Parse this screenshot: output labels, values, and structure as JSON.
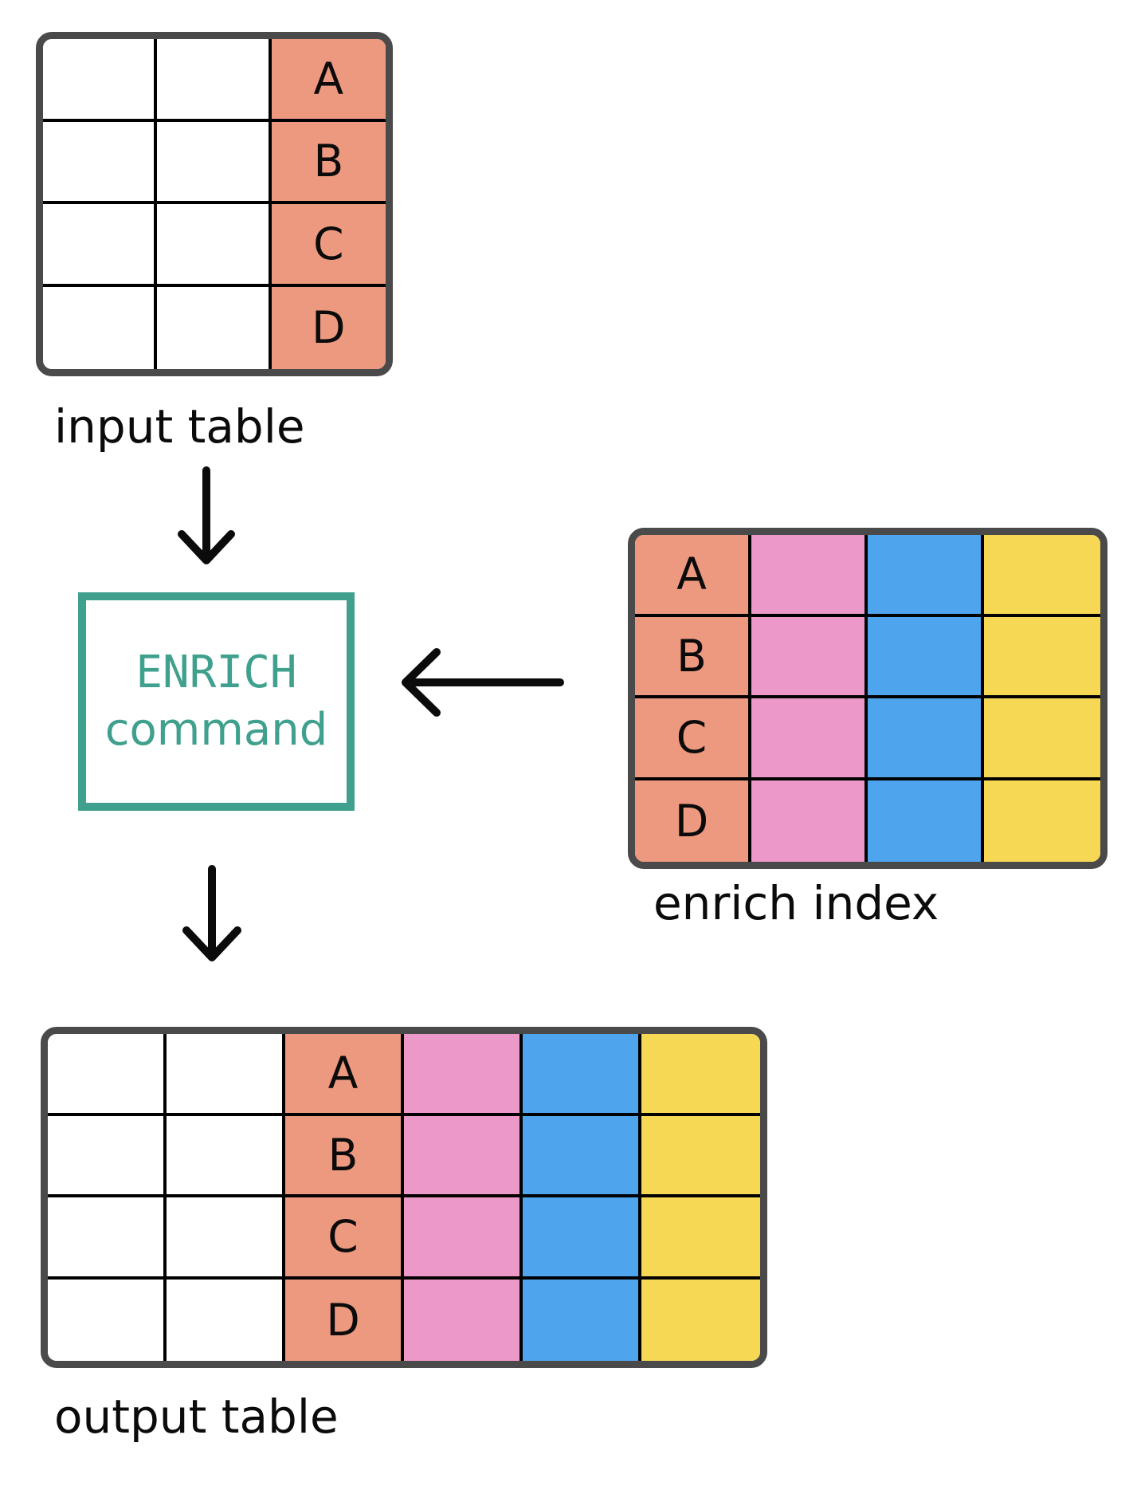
{
  "labels": {
    "input_table": "input table",
    "enrich_index": "enrich index",
    "output_table": "output table"
  },
  "enrich_box": {
    "line1": "ENRICH",
    "line2": "command"
  },
  "key_letters": [
    "A",
    "B",
    "C",
    "D"
  ],
  "colors": {
    "white": "#ffffff",
    "salmon": "#ed9980",
    "pink": "#ec99c9",
    "blue": "#4ea5ed",
    "yellow": "#f6d854",
    "teal": "#3fa08d",
    "table-border": "#4a4a4a",
    "grid-line": "#000000",
    "ink": "#0b0b0b"
  },
  "tables": {
    "input": {
      "rows": 4,
      "columns": [
        {
          "color": "white"
        },
        {
          "color": "white"
        },
        {
          "color": "salmon",
          "letters": [
            "A",
            "B",
            "C",
            "D"
          ]
        }
      ]
    },
    "enrich": {
      "rows": 4,
      "columns": [
        {
          "color": "salmon",
          "letters": [
            "A",
            "B",
            "C",
            "D"
          ]
        },
        {
          "color": "pink"
        },
        {
          "color": "blue"
        },
        {
          "color": "yellow"
        }
      ]
    },
    "output": {
      "rows": 4,
      "columns": [
        {
          "color": "white"
        },
        {
          "color": "white"
        },
        {
          "color": "salmon",
          "letters": [
            "A",
            "B",
            "C",
            "D"
          ]
        },
        {
          "color": "pink"
        },
        {
          "color": "blue"
        },
        {
          "color": "yellow"
        }
      ]
    }
  }
}
